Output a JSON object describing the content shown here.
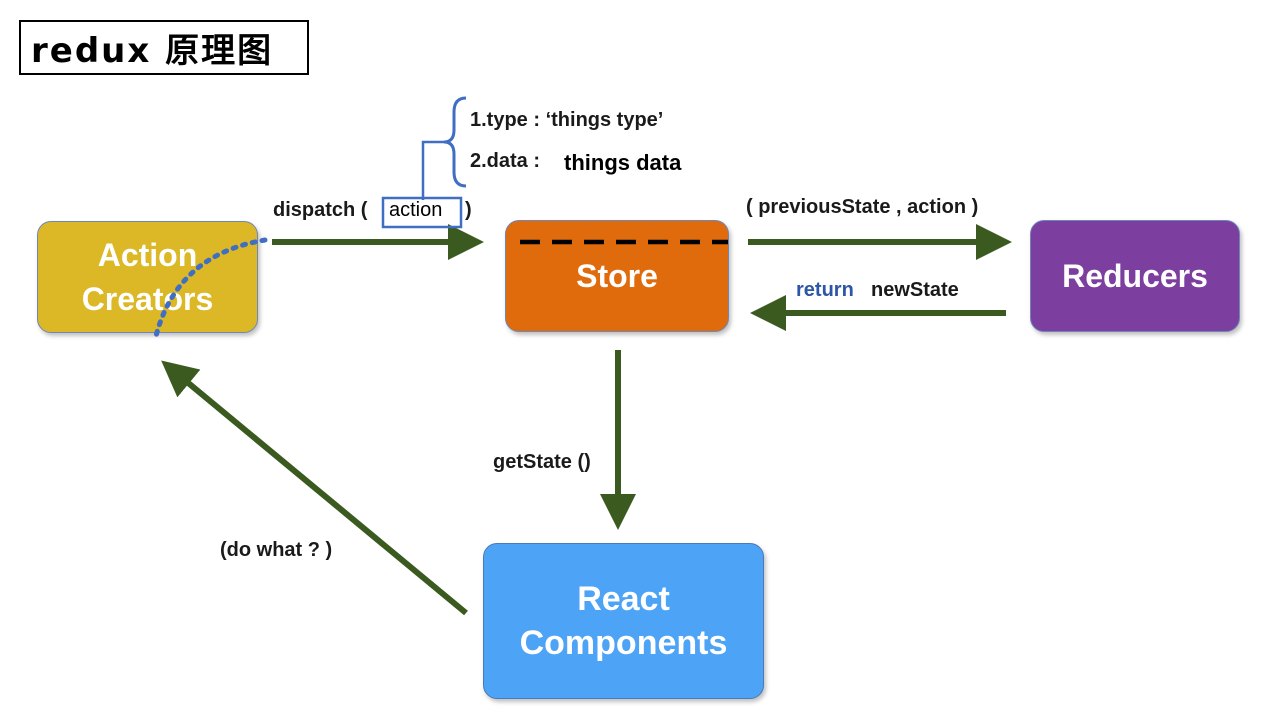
{
  "title": "redux 原理图",
  "nodes": {
    "action_creators": "Action\nCreators",
    "store": "Store",
    "reducers": "Reducers",
    "react_components": "React\nComponents"
  },
  "labels": {
    "dispatch_prefix": "dispatch (",
    "dispatch_action": "action",
    "dispatch_suffix": ")",
    "type_line": "1.type : ‘things type’",
    "data_line_prefix": "2.data :",
    "data_line_value": "things data",
    "previous_state": "( previousState , action )",
    "return_word": "return",
    "new_state": "newState",
    "get_state": "getState ()",
    "do_what": "(do what ? )"
  },
  "colors": {
    "action_creators": "#dcb827",
    "store": "#e06b0d",
    "reducers": "#7c3fa0",
    "react_components": "#4da3f5",
    "arrow": "#3b5a1f",
    "accent_blue": "#3f6ec2"
  }
}
